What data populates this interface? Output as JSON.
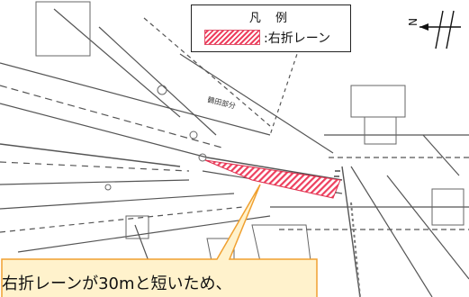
{
  "legend": {
    "title": "凡 例",
    "right_turn_lane_label": ":右折レーン",
    "swatch_color": "#ee3f5e"
  },
  "map": {
    "road_label": "鶴田部分",
    "highlight_color": "#ee3f5e",
    "line_color": "#555555"
  },
  "compass": {
    "north_label": "N"
  },
  "callout": {
    "text": "右折レーンが30mと短いため、",
    "fill": "#fff2cc",
    "border": "#f0a030"
  }
}
